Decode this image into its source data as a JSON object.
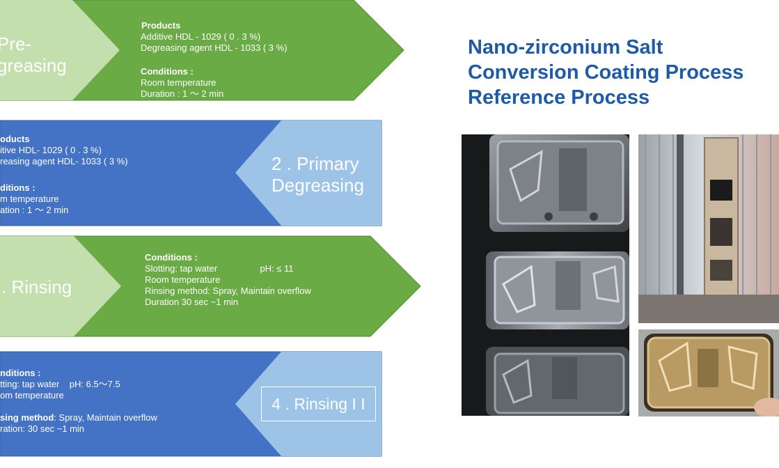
{
  "title": {
    "lines": [
      "Nano-zirconium Salt",
      "Conversion Coating Process",
      "Reference Process"
    ]
  },
  "steps": [
    {
      "label_lines": [
        "Pre-",
        "greasing"
      ],
      "lines": [
        {
          "text": "Products",
          "bold": true
        },
        {
          "text": "Additive HDL - 1029 ( 0 . 3 %)"
        },
        {
          "text": "Degreasing agent HDL - 1033 ( 3 %)"
        },
        {
          "text": "",
          "gap": true
        },
        {
          "text": "Conditions :",
          "bold": true
        },
        {
          "text": "Room temperature"
        },
        {
          "text": "Duration : 1 ～ 2  min"
        }
      ]
    },
    {
      "label_lines": [
        "2 . Primary",
        "Degreasing"
      ],
      "lines": [
        {
          "text": "oducts",
          "bold": true
        },
        {
          "text": "itive HDL- 1029 ( 0 . 3 %)"
        },
        {
          "text": "reasing agent HDL- 1033 ( 3 %)"
        },
        {
          "text": "",
          "gap": true
        },
        {
          "text": "ditions :",
          "bold": true
        },
        {
          "text": "m temperature"
        },
        {
          "text": "ation : 1 ～ 2 min"
        }
      ]
    },
    {
      "label_lines": [
        ". Rinsing"
      ],
      "lines": [
        {
          "text": "Conditions :",
          "bold": true
        },
        {
          "text": "Slotting: tap water                 pH: ≤ 11"
        },
        {
          "text": "Room temperature"
        },
        {
          "text": "Rinsing method: Spray, Maintain overflow"
        },
        {
          "text": "Duration 30 sec ~1 min"
        }
      ]
    },
    {
      "label_lines": [
        "4 . Rinsing I I"
      ],
      "lines": [
        {
          "text": "nditions :",
          "bold": true
        },
        {
          "text": "tting: tap water    pH: 6.5～7.5"
        },
        {
          "text": "om temperature"
        },
        {
          "text": "",
          "gap": true
        },
        {
          "text_bold": "sing method",
          "text_rest": ": Spray, Maintain overflow"
        },
        {
          "text": "ration: 30 sec ~1 min"
        }
      ]
    }
  ],
  "colors": {
    "green_dark": "#6aab45",
    "green_light": "#c3dfae",
    "blue_dark": "#4472c4",
    "blue_light": "#9dc3e6",
    "title": "#1f5aa6"
  },
  "photos": [
    {
      "name": "housing-stack-photo"
    },
    {
      "name": "rack-photo"
    },
    {
      "name": "coated-part-photo"
    }
  ]
}
